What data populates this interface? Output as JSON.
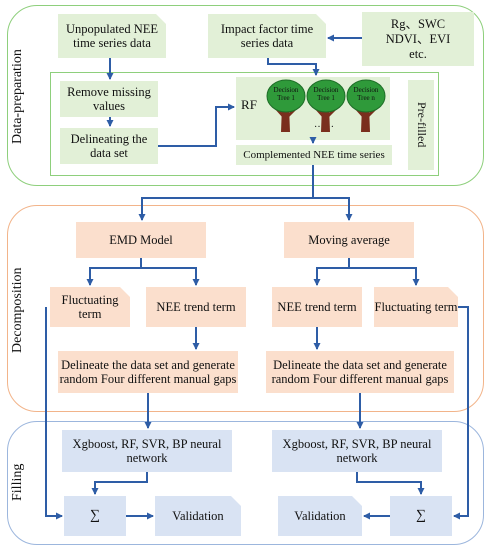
{
  "sections": {
    "preparation": "Data-preparation",
    "decomposition": "Decomposition",
    "filling": "Filling"
  },
  "prep": {
    "unpopulated": "Unpopulated NEE time series data",
    "impact": "Impact factor time series data",
    "factors_line1": "Rg、SWC",
    "factors_line2": "NDVI、EVI",
    "factors_line3": "etc.",
    "remove": "Remove missing values",
    "delineate": "Delineating the data set",
    "rf": "RF",
    "trees": [
      "Decision Tree 1",
      "Decision Tree 1",
      "Decision Tree n"
    ],
    "dots": "……",
    "prefilled": "Pre-filled",
    "complemented": "Complemented NEE time series"
  },
  "decomp": {
    "emd": "EMD Model",
    "moving": "Moving average",
    "fluct_left": "Fluctuating term",
    "trend_left": "NEE trend term",
    "trend_right": "NEE trend term",
    "fluct_right": "Fluctuating term",
    "gaps_left": "Delineate the data set and generate random Four different manual gaps",
    "gaps_right": "Delineate the data set and generate random Four different manual gaps"
  },
  "fill": {
    "models_left": "Xgboost, RF, SVR, BP neural network",
    "models_right": "Xgboost, RF, SVR, BP neural network",
    "sum_left": "∑",
    "sum_right": "∑",
    "validation_left": "Validation",
    "validation_right": "Validation"
  },
  "colors": {
    "prep_border": "#8ecf7c",
    "decomp_border": "#f2b48a",
    "fill_border": "#9cb6dd",
    "arrow": "#2e5da6",
    "tree_crown": "#2f9a3a",
    "tree_trunk": "#7a2f1e"
  }
}
